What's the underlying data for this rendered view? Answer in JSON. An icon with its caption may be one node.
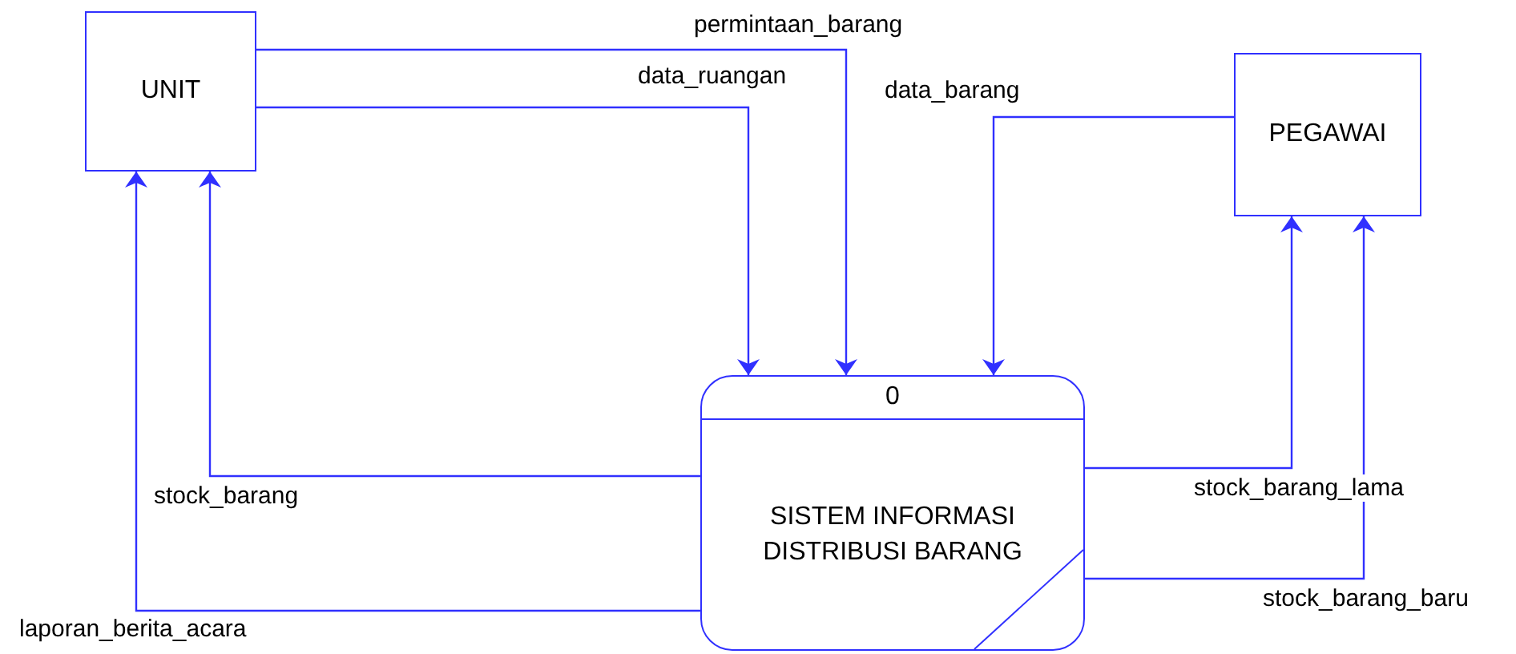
{
  "diagram": {
    "nodes": [
      {
        "text": [
          "UNIT"
        ]
      },
      {
        "text": [
          "PEGAWAI"
        ]
      },
      {
        "text": [
          "0",
          "SISTEM INFORMASI DISTRIBUSI BARANG"
        ]
      }
    ],
    "edges": [
      {
        "from": 0,
        "to": 2,
        "arrow": "to",
        "label": "permintaan_barang"
      },
      {
        "from": 0,
        "to": 2,
        "arrow": "to",
        "label": "data_ruangan"
      },
      {
        "from": 1,
        "to": 2,
        "arrow": "to",
        "label": "data_barang"
      },
      {
        "from": 2,
        "to": 0,
        "arrow": "to",
        "label": "stock_barang"
      },
      {
        "from": 2,
        "to": 0,
        "arrow": "to",
        "label": "laporan_berita_acara"
      },
      {
        "from": 2,
        "to": 1,
        "arrow": "to",
        "label": "stock_barang_lama"
      },
      {
        "from": 2,
        "to": 1,
        "arrow": "to",
        "label": "stock_barang_baru"
      }
    ]
  }
}
